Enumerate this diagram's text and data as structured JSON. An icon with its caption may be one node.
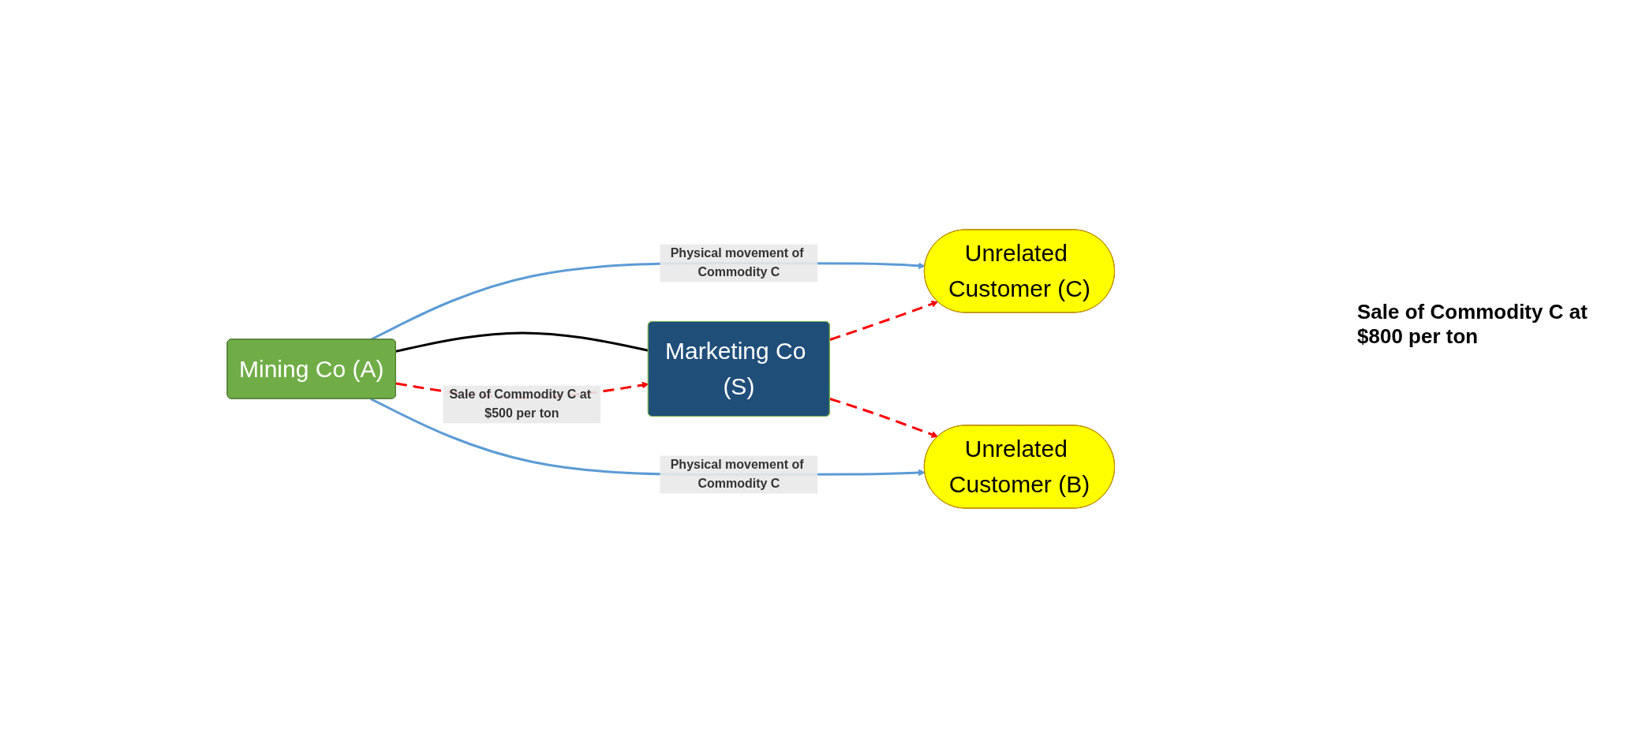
{
  "diagram": {
    "nodes": [
      {
        "text": [
          "Mining Co (A)"
        ]
      },
      {
        "text": [
          "Marketing Co (S)"
        ]
      },
      {
        "text": [
          "Unrelated Customer (C)"
        ]
      },
      {
        "text": [
          "Unrelated Customer (B)"
        ]
      }
    ],
    "edges": [
      {
        "from": 0,
        "to": 2,
        "arrow": "to",
        "label": "Physical movement of Commodity C",
        "color": "#5b9bd5"
      },
      {
        "from": 0,
        "to": 1,
        "arrow": "none",
        "color": "#000000"
      },
      {
        "from": 0,
        "to": 1,
        "arrow": "to",
        "style": "dashed",
        "label": "Sale of Commodity C at $500 per ton"
      },
      {
        "from": 1,
        "to": 2,
        "arrow": "to",
        "style": "dashed"
      },
      {
        "from": 1,
        "to": 3,
        "arrow": "to",
        "style": "dashed"
      },
      {
        "from": 0,
        "to": 3,
        "arrow": "to",
        "label": "Physical movement of Commodity C",
        "color": "#5b9bd5"
      }
    ],
    "labels": [
      "Sale of Commodity C at $800 per ton"
    ]
  }
}
